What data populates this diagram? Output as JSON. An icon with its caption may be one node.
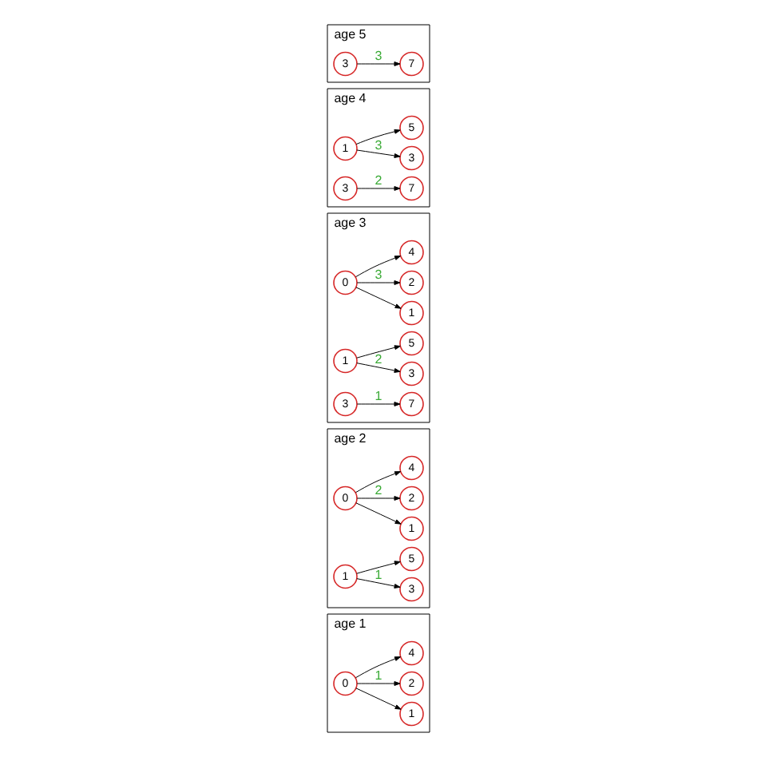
{
  "diagram": {
    "nodes": [
      {
        "text": [
          "age 1"
        ]
      },
      {
        "text": [
          "0"
        ],
        "in": 0
      },
      {
        "text": [
          "1"
        ],
        "in": 0
      },
      {
        "text": [
          "2"
        ],
        "in": 0
      },
      {
        "text": [
          "4"
        ],
        "in": 0
      },
      {
        "text": [
          "age 2"
        ]
      },
      {
        "text": [
          "0"
        ],
        "in": 5
      },
      {
        "text": [
          "1"
        ],
        "in": 5
      },
      {
        "text": [
          "2"
        ],
        "in": 5
      },
      {
        "text": [
          "4"
        ],
        "in": 5
      },
      {
        "text": [
          "1"
        ],
        "in": 5
      },
      {
        "text": [
          "3"
        ],
        "in": 5
      },
      {
        "text": [
          "5"
        ],
        "in": 5
      },
      {
        "text": [
          "age 3"
        ]
      },
      {
        "text": [
          "0"
        ],
        "in": 13
      },
      {
        "text": [
          "1"
        ],
        "in": 13
      },
      {
        "text": [
          "2"
        ],
        "in": 13
      },
      {
        "text": [
          "4"
        ],
        "in": 13
      },
      {
        "text": [
          "1"
        ],
        "in": 13
      },
      {
        "text": [
          "3"
        ],
        "in": 13
      },
      {
        "text": [
          "5"
        ],
        "in": 13
      },
      {
        "text": [
          "3"
        ],
        "in": 13
      },
      {
        "text": [
          "7"
        ],
        "in": 13
      },
      {
        "text": [
          "age 4"
        ]
      },
      {
        "text": [
          "1"
        ],
        "in": 23
      },
      {
        "text": [
          "3"
        ],
        "in": 23
      },
      {
        "text": [
          "5"
        ],
        "in": 23
      },
      {
        "text": [
          "3"
        ],
        "in": 23
      },
      {
        "text": [
          "7"
        ],
        "in": 23
      },
      {
        "text": [
          "age 5"
        ]
      },
      {
        "text": [
          "3"
        ],
        "in": 29
      },
      {
        "text": [
          "7"
        ],
        "in": 29
      }
    ],
    "edges": [
      {
        "from": 1,
        "to": 2,
        "arrow": "to"
      },
      {
        "from": 1,
        "to": 3,
        "arrow": "to",
        "label": "1"
      },
      {
        "from": 1,
        "to": 4,
        "arrow": "to"
      },
      {
        "from": 6,
        "to": 7,
        "arrow": "to"
      },
      {
        "from": 6,
        "to": 8,
        "arrow": "to",
        "label": "2"
      },
      {
        "from": 6,
        "to": 9,
        "arrow": "to"
      },
      {
        "from": 10,
        "to": 11,
        "arrow": "to",
        "label": "1"
      },
      {
        "from": 10,
        "to": 12,
        "arrow": "to"
      },
      {
        "from": 14,
        "to": 15,
        "arrow": "to"
      },
      {
        "from": 14,
        "to": 16,
        "arrow": "to",
        "label": "3"
      },
      {
        "from": 14,
        "to": 17,
        "arrow": "to"
      },
      {
        "from": 18,
        "to": 19,
        "arrow": "to",
        "label": "2"
      },
      {
        "from": 18,
        "to": 20,
        "arrow": "to"
      },
      {
        "from": 21,
        "to": 22,
        "arrow": "to",
        "label": "1"
      },
      {
        "from": 24,
        "to": 25,
        "arrow": "to",
        "label": "3"
      },
      {
        "from": 24,
        "to": 26,
        "arrow": "to"
      },
      {
        "from": 27,
        "to": 28,
        "arrow": "to",
        "label": "2"
      },
      {
        "from": 30,
        "to": 31,
        "arrow": "to",
        "label": "3"
      }
    ]
  }
}
